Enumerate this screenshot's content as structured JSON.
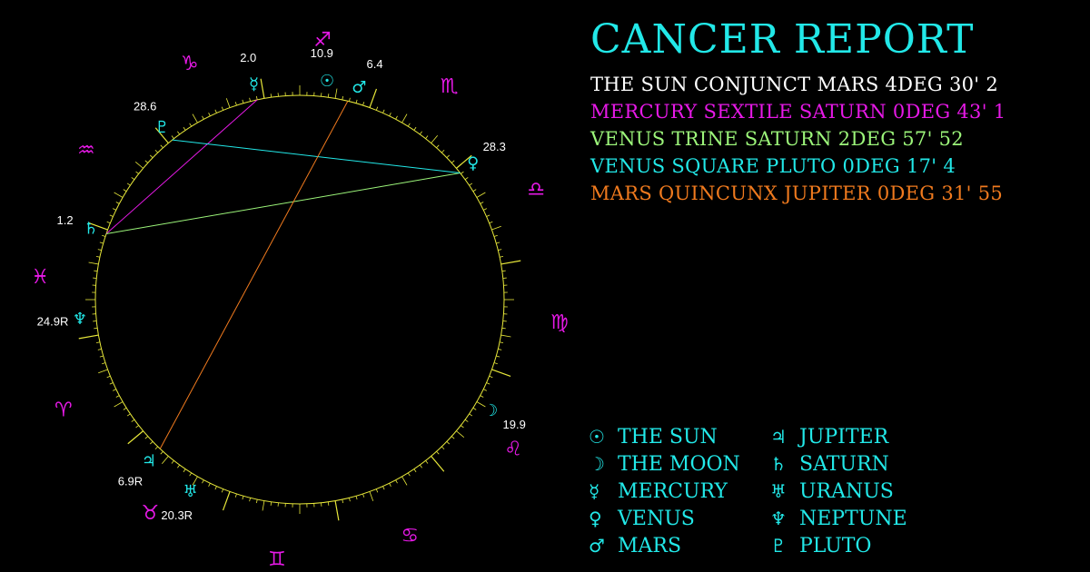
{
  "title": "CANCER REPORT",
  "aspects": [
    {
      "text": "THE SUN CONJUNCT MARS 4DEG 30' 2",
      "color": "#ffffff"
    },
    {
      "text": "MERCURY SEXTILE SATURN 0DEG 43' 1",
      "color": "#e619e6"
    },
    {
      "text": "VENUS TRINE SATURN 2DEG 57' 52",
      "color": "#9cf57a"
    },
    {
      "text": "VENUS SQUARE PLUTO 0DEG 17' 4",
      "color": "#22e8e8"
    },
    {
      "text": "MARS QUINCUNX JUPITER 0DEG 31' 55",
      "color": "#f07a1e"
    }
  ],
  "legend": [
    {
      "glyph": "☉",
      "icon": "sun-icon",
      "label": "THE SUN"
    },
    {
      "glyph": "♃",
      "icon": "jupiter-icon",
      "label": "JUPITER"
    },
    {
      "glyph": "☽",
      "icon": "moon-icon",
      "label": "THE MOON"
    },
    {
      "glyph": "♄",
      "icon": "saturn-icon",
      "label": "SATURN"
    },
    {
      "glyph": "☿",
      "icon": "mercury-icon",
      "label": "MERCURY"
    },
    {
      "glyph": "♅",
      "icon": "uranus-icon",
      "label": "URANUS"
    },
    {
      "glyph": "♀",
      "icon": "venus-icon",
      "label": "VENUS"
    },
    {
      "glyph": "♆",
      "icon": "neptune-icon",
      "label": "NEPTUNE"
    },
    {
      "glyph": "♂",
      "icon": "mars-icon",
      "label": "MARS"
    },
    {
      "glyph": "♇",
      "icon": "pluto-icon",
      "label": "PLUTO"
    }
  ],
  "wheel": {
    "circle_color": "#e8e83a",
    "sign_color": "#e619e6",
    "planet_color": "#22e8e8",
    "label_color": "#ffffff",
    "signs": [
      {
        "name": "aries",
        "glyph": "♈",
        "icon": "aries-icon"
      },
      {
        "name": "taurus",
        "glyph": "♉",
        "icon": "taurus-icon"
      },
      {
        "name": "gemini",
        "glyph": "♊",
        "icon": "gemini-icon"
      },
      {
        "name": "cancer",
        "glyph": "♋",
        "icon": "cancer-icon"
      },
      {
        "name": "leo",
        "glyph": "♌",
        "icon": "leo-icon"
      },
      {
        "name": "virgo",
        "glyph": "♍",
        "icon": "virgo-icon"
      },
      {
        "name": "libra",
        "glyph": "♎",
        "icon": "libra-icon"
      },
      {
        "name": "scorpio",
        "glyph": "♏",
        "icon": "scorpio-icon"
      },
      {
        "name": "sagittarius",
        "glyph": "♐",
        "icon": "sagittarius-icon"
      },
      {
        "name": "capricorn",
        "glyph": "♑",
        "icon": "capricorn-icon"
      },
      {
        "name": "aquarius",
        "glyph": "♒",
        "icon": "aquarius-icon"
      },
      {
        "name": "pisces",
        "glyph": "♓",
        "icon": "pisces-icon"
      }
    ],
    "planets": [
      {
        "name": "sun",
        "glyph": "☉",
        "icon": "sun-icon",
        "sign": "sagittarius",
        "degree": 10.9,
        "label": "10.9"
      },
      {
        "name": "mars",
        "glyph": "♂",
        "icon": "mars-icon",
        "sign": "sagittarius",
        "degree": 6.4,
        "label": "6.4"
      },
      {
        "name": "mercury",
        "glyph": "☿",
        "icon": "mercury-icon",
        "sign": "capricorn",
        "degree": 2.0,
        "label": "2.0"
      },
      {
        "name": "pluto",
        "glyph": "♇",
        "icon": "pluto-icon",
        "sign": "capricorn",
        "degree": 28.6,
        "label": "28.6"
      },
      {
        "name": "saturn",
        "glyph": "♄",
        "icon": "saturn-icon",
        "sign": "pisces",
        "degree": 1.2,
        "label": "1.2"
      },
      {
        "name": "neptune",
        "glyph": "♆",
        "icon": "neptune-icon",
        "sign": "pisces",
        "degree": 24.9,
        "label": "24.9R"
      },
      {
        "name": "jupiter",
        "glyph": "♃",
        "icon": "jupiter-icon",
        "sign": "taurus",
        "degree": 6.9,
        "label": "6.9R"
      },
      {
        "name": "uranus",
        "glyph": "♅",
        "icon": "uranus-icon",
        "sign": "taurus",
        "degree": 20.3,
        "label": "20.3R"
      },
      {
        "name": "moon",
        "glyph": "☽",
        "icon": "moon-icon",
        "sign": "leo",
        "degree": 19.9,
        "label": "19.9"
      },
      {
        "name": "venus",
        "glyph": "♀",
        "icon": "venus-icon",
        "sign": "libra",
        "degree": 28.3,
        "label": "28.3"
      }
    ],
    "aspect_lines": [
      {
        "from": "mercury",
        "to": "saturn",
        "color": "#e619e6"
      },
      {
        "from": "venus",
        "to": "saturn",
        "color": "#9cf57a"
      },
      {
        "from": "venus",
        "to": "pluto",
        "color": "#22e8e8"
      },
      {
        "from": "mars",
        "to": "jupiter",
        "color": "#f07a1e"
      }
    ]
  }
}
